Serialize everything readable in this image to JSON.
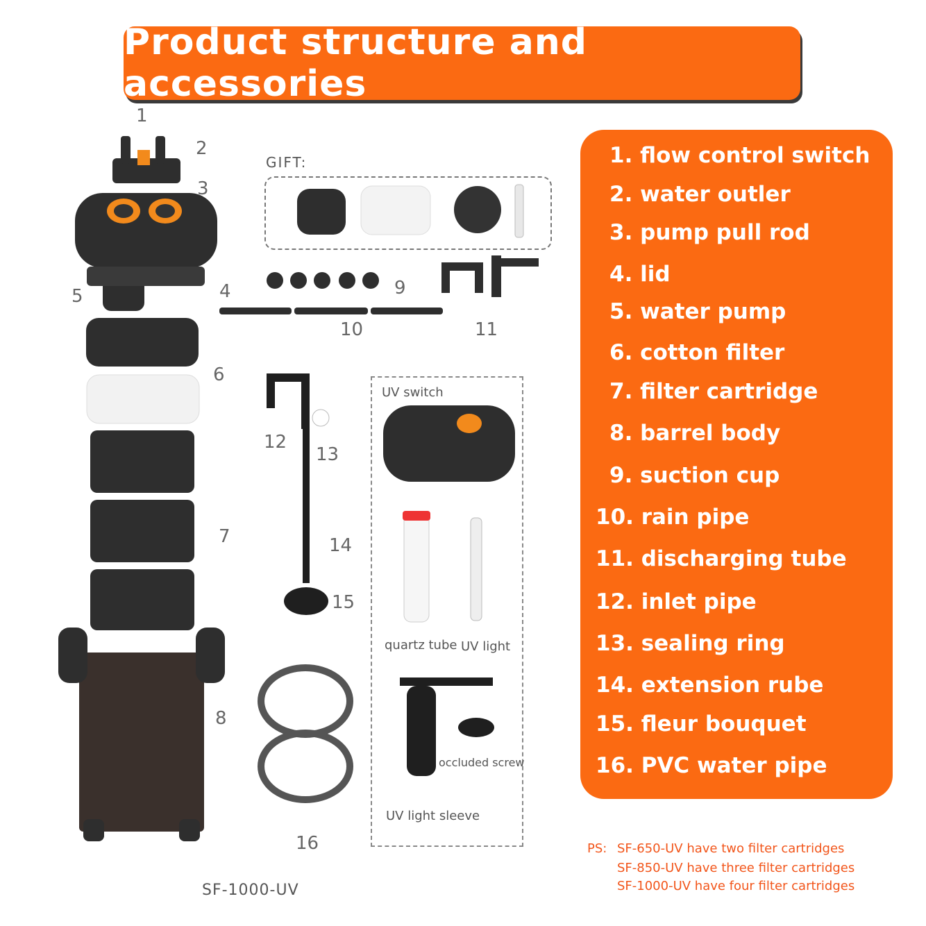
{
  "banner": {
    "title": "Product structure and accessories"
  },
  "legend": [
    "1. flow control switch",
    "2. water outler",
    "3. pump pull rod",
    "4. lid",
    "5. water pump",
    "6. cotton filter",
    "7. filter cartridge",
    "8. barrel body",
    "9. suction cup",
    "10. rain pipe",
    "11. discharging tube",
    "12. inlet pipe",
    "13. sealing ring",
    "14. extension rube",
    "15. fleur bouquet",
    "16. PVC water pipe"
  ],
  "numbers": [
    "1",
    "2",
    "3",
    "4",
    "5",
    "6",
    "7",
    "8",
    "9",
    "10",
    "11",
    "12",
    "13",
    "14",
    "15",
    "16"
  ],
  "gift_label": "GIFT:",
  "uv": {
    "switch": "UV switch",
    "quartz_tube": "quartz tube",
    "uv_light": "UV light",
    "occluded_screw": "occluded screw",
    "sleeve": "UV light sleeve"
  },
  "model": "SF-1000-UV",
  "ps": {
    "prefix": "PS:",
    "lines": [
      "SF-650-UV have two filter cartridges",
      "SF-850-UV have three filter cartridges",
      "SF-1000-UV have four filter cartridges"
    ]
  },
  "colors": {
    "accent": "#fb6a12",
    "ps_text": "#f2551a",
    "product": "#2e2e2e"
  }
}
